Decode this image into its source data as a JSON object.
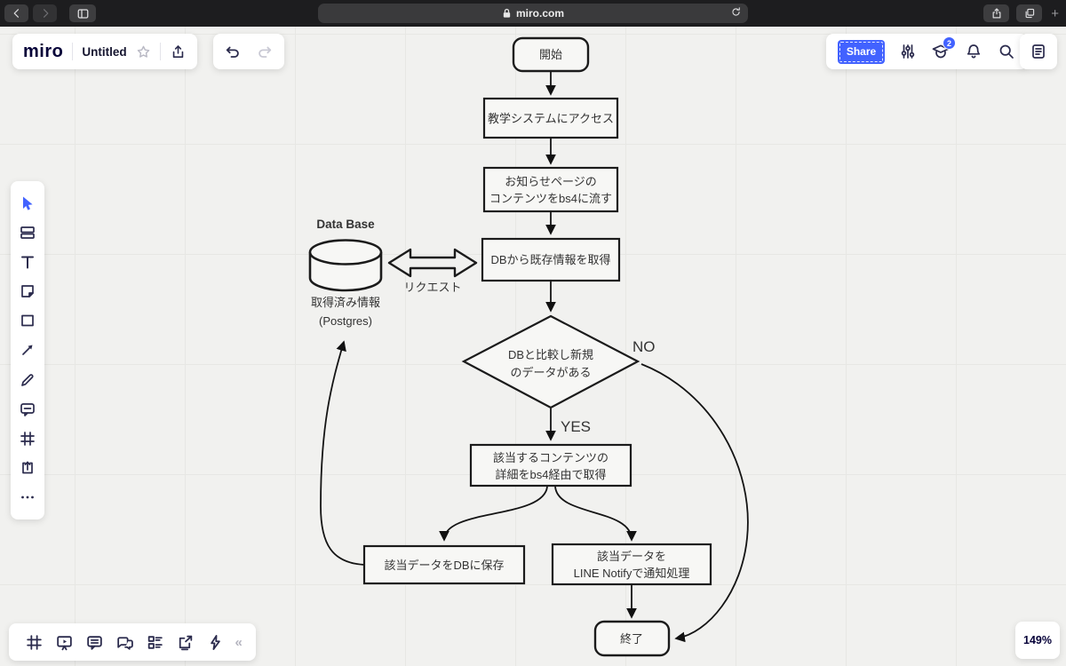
{
  "browser": {
    "url": "miro.com"
  },
  "header": {
    "logo": "miro",
    "board_title": "Untitled",
    "share_label": "Share",
    "updates_badge": "2"
  },
  "footer": {
    "zoom_level": "149%",
    "collapse_glyph": "«"
  },
  "colors": {
    "accent": "#4262ff",
    "ink": "#050038",
    "node_stroke": "#1b1b1b"
  },
  "flowchart": {
    "nodes": {
      "start": {
        "label": "開始"
      },
      "access": {
        "label": "教学システムにアクセス"
      },
      "notice": {
        "line1": "お知らせページの",
        "line2": "コンテンツをbs4に流す"
      },
      "fetch": {
        "label": "DBから既存情報を取得"
      },
      "decision": {
        "line1": "DBと比較し新規",
        "line2": "のデータがある"
      },
      "detail": {
        "line1": "該当するコンテンツの",
        "line2": "詳細をbs4経由で取得"
      },
      "save": {
        "label": "該当データをDBに保存"
      },
      "notify": {
        "line1": "該当データを",
        "line2": "LINE Notifyで通知処理"
      },
      "end": {
        "label": "終了"
      },
      "database": {
        "title": "Data Base",
        "caption1": "取得済み情報",
        "caption2": "(Postgres)"
      }
    },
    "edge_labels": {
      "no": "NO",
      "yes": "YES",
      "request": "リクエスト"
    }
  }
}
